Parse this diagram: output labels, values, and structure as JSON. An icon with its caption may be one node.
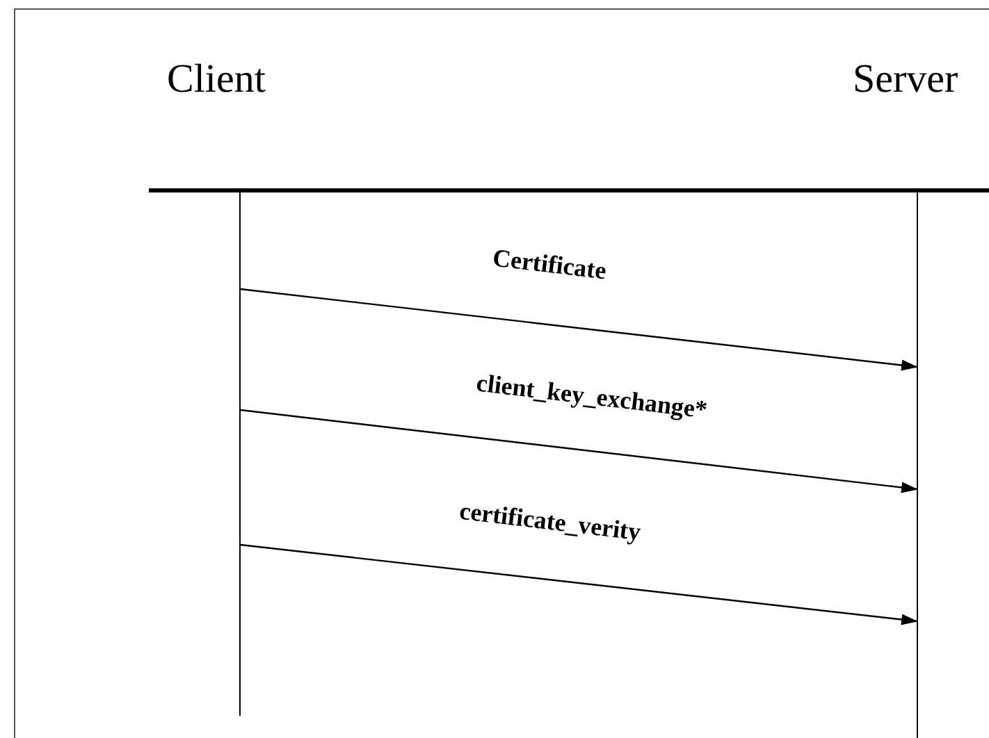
{
  "diagram": {
    "nodes": [
      {
        "text": [
          "Client"
        ]
      },
      {
        "text": [
          "Server"
        ]
      },
      {
        "text": [],
        "shape": "line"
      },
      {
        "text": [],
        "shape": "line"
      }
    ],
    "edges": [
      {
        "from": 2,
        "to": 3,
        "arrow": "to",
        "label": "Certificate"
      },
      {
        "from": 2,
        "to": 3,
        "arrow": "to",
        "label": "client_key_exchange*"
      },
      {
        "from": 2,
        "to": 3,
        "arrow": "to",
        "label": "certificate_verity"
      }
    ]
  }
}
